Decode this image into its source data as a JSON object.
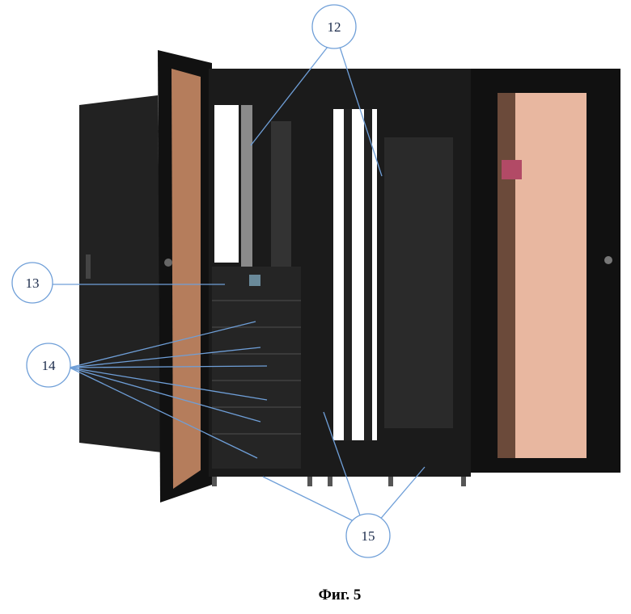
{
  "figure": {
    "caption": "Фиг. 5",
    "callouts": [
      {
        "label": "12"
      },
      {
        "label": "13"
      },
      {
        "label": "14"
      },
      {
        "label": "15"
      }
    ]
  },
  "colors": {
    "cabinet": "#1b1b1b",
    "left_glass": "#b57d5c",
    "right_glass": "#e8b7a0",
    "indicator": "#b24a66",
    "callout_line": "#6f9fd8"
  }
}
